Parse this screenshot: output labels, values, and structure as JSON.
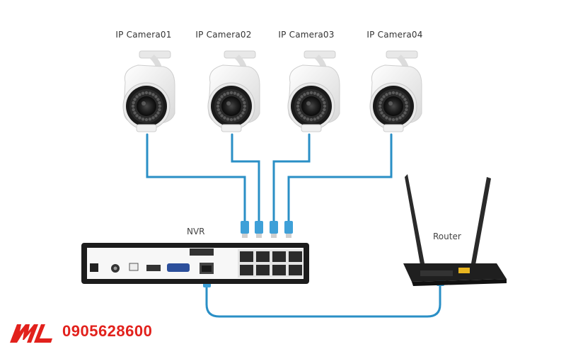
{
  "cameras": [
    {
      "label": "IP Camera01"
    },
    {
      "label": "IP Camera02"
    },
    {
      "label": "IP Camera03"
    },
    {
      "label": "IP Camera04"
    }
  ],
  "nvr": {
    "label": "NVR"
  },
  "router": {
    "label": "Router"
  },
  "contact": {
    "phone": "0905628600"
  },
  "icons": {
    "logo": "ml-brand-logo",
    "camera": "bullet-camera-icon",
    "router": "router-icon",
    "nvr": "nvr-device-icon"
  },
  "colors": {
    "cable": "#2a8fc6",
    "phone": "#e2211c",
    "nvr_body": "#1c1c1c",
    "camera_body": "#f4f4f4"
  }
}
